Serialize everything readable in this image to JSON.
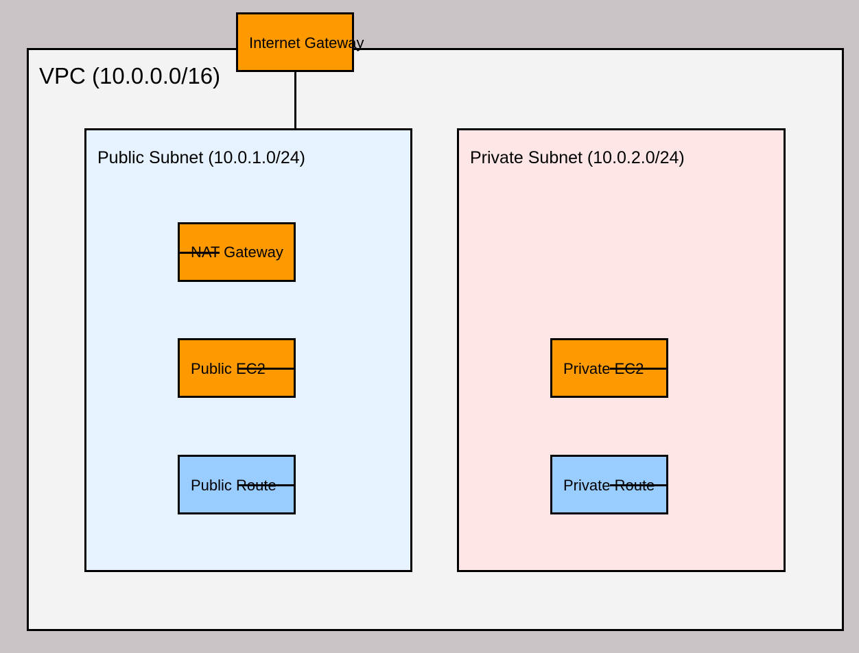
{
  "vpc": {
    "title": "VPC (10.0.0.0/16)",
    "fill": "#f3f3f3"
  },
  "public_subnet": {
    "title": "Public Subnet (10.0.1.0/24)",
    "fill": "#e6f2ff"
  },
  "private_subnet": {
    "title": "Private Subnet (10.0.2.0/24)",
    "fill": "#ffe6e6"
  },
  "nodes": {
    "internet_gateway": {
      "label": "Internet Gateway",
      "fill": "#ff9900"
    },
    "nat_gateway": {
      "label": "NAT Gateway",
      "fill": "#ff9900"
    },
    "public_ec2": {
      "label": "Public EC2",
      "fill": "#ff9900"
    },
    "public_route": {
      "label": "Public Route",
      "fill": "#99ccff"
    },
    "private_ec2": {
      "label": "Private EC2",
      "fill": "#ff9900"
    },
    "private_route": {
      "label": "Private Route",
      "fill": "#99ccff"
    }
  },
  "colors": {
    "background": "#cbc4c6",
    "stroke": "#000000"
  }
}
